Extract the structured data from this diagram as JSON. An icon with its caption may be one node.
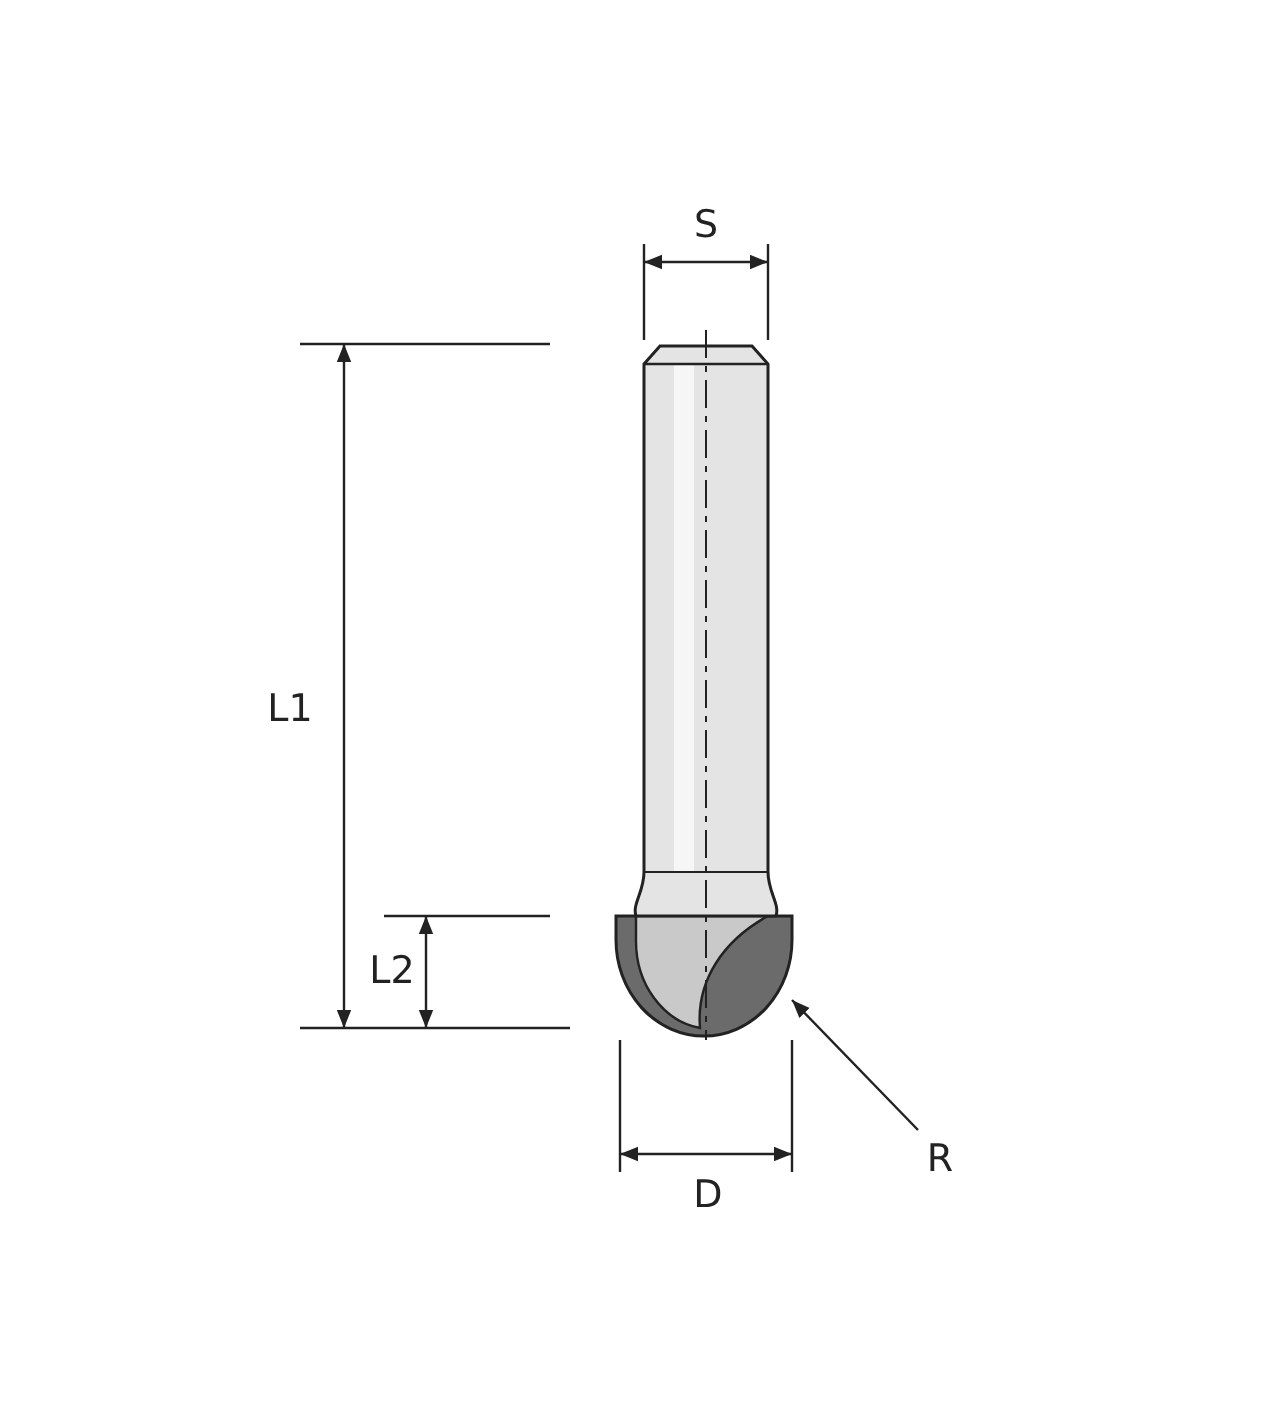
{
  "diagram": {
    "nodes": [
      {
        "text": [],
        "shape": "picture"
      },
      {
        "text": [
          "R"
        ]
      }
    ],
    "edges": [
      {
        "from": 1,
        "to": 0,
        "arrow": "to"
      }
    ],
    "labels": [
      "S",
      "L1",
      "L2",
      "D"
    ]
  }
}
